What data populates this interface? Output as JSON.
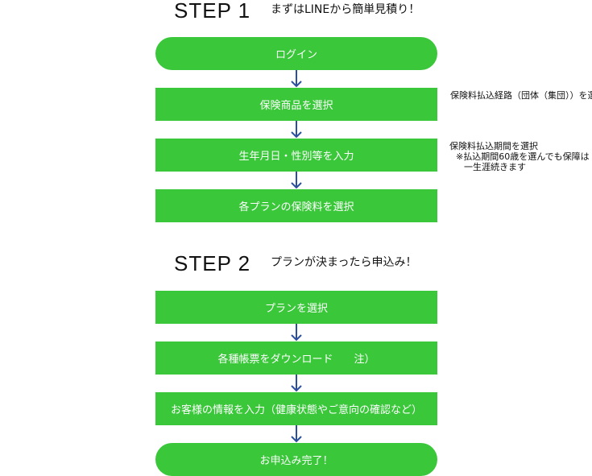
{
  "step1": {
    "title": "STEP 1",
    "subtitle": "まずはLINEから簡単見積り！",
    "steps": [
      "ログイン",
      "保険商品を選択",
      "生年月日・性別等を入力",
      "各プランの保険料を選択"
    ]
  },
  "step2": {
    "title": "STEP 2",
    "subtitle": "プランが決まったら申込み！",
    "steps": [
      "プランを選択",
      "各種帳票をダウンロード　　注）",
      "お客様の情報を入力（健康状態やご意向の確認など）",
      "お申込み完了！"
    ]
  },
  "notes": {
    "note1": "保険料払込経路（団体（集団））を選択",
    "note2_line1": "保険料払込期間を選択",
    "note2_line2": "※払込期間60歳を選んでも保障は",
    "note2_line3": "一生涯続きます"
  },
  "colors": {
    "box_fill": "#3ac73a",
    "box_text": "#ffffff",
    "arrow": "#2b4f9c"
  }
}
